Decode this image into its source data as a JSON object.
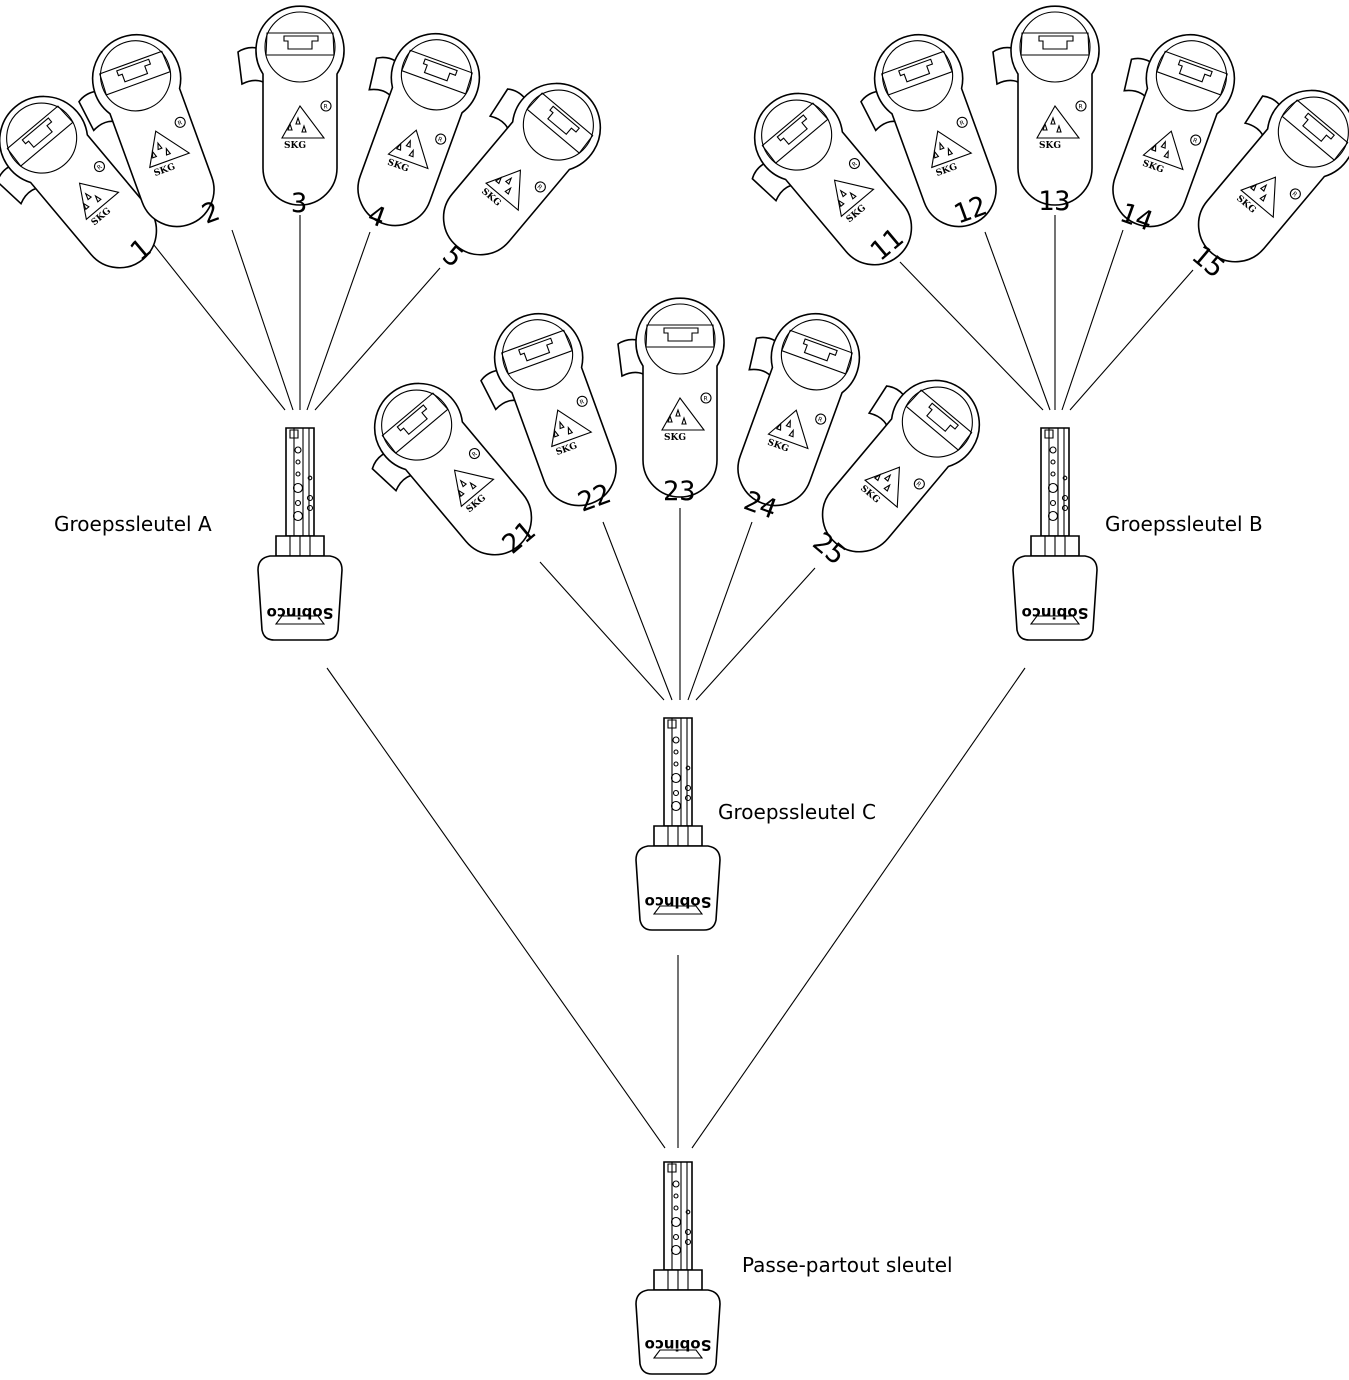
{
  "colors": {
    "stroke": "#000000",
    "background": "#ffffff"
  },
  "cylinder_marking": "SKG",
  "key_marking": "Sobinco",
  "keys": {
    "group_a": {
      "label": "Groepssleutel A"
    },
    "group_b": {
      "label": "Groepssleutel B"
    },
    "group_c": {
      "label": "Groepssleutel C"
    },
    "master": {
      "label": "Passe-partout sleutel"
    }
  },
  "cylinder_groups": [
    {
      "group": "A",
      "numbers": [
        "1",
        "2",
        "3",
        "4",
        "5"
      ]
    },
    {
      "group": "B",
      "numbers": [
        "11",
        "12",
        "13",
        "14",
        "15"
      ]
    },
    {
      "group": "C",
      "numbers": [
        "21",
        "22",
        "23",
        "24",
        "25"
      ]
    }
  ]
}
